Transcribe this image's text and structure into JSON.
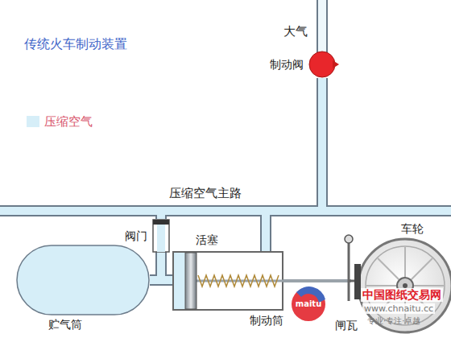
{
  "diagram": {
    "title": "传统火车制动装置",
    "nodes": [
      {
        "text": [
          "制动阀"
        ]
      },
      {
        "text": [
          "阀门"
        ]
      },
      {
        "text": [
          "贮气筒"
        ]
      },
      {
        "text": [
          "制动筒"
        ]
      }
    ],
    "edges": [
      {
        "from": 0,
        "to": 1,
        "arrow": "none"
      },
      {
        "from": 0,
        "to": 3,
        "arrow": "none"
      },
      {
        "from": 2,
        "to": 3,
        "arrow": "none"
      }
    ],
    "labels": [
      "大气",
      "压缩空气主路",
      "活塞",
      "车轮",
      "闸瓦",
      "maitu",
      "中国图纸交易网",
      "www.chnaitu.cc",
      "专业·专注·卓越"
    ],
    "legend": [
      {
        "text": "压缩空气",
        "color": "#d6eef8"
      }
    ]
  }
}
